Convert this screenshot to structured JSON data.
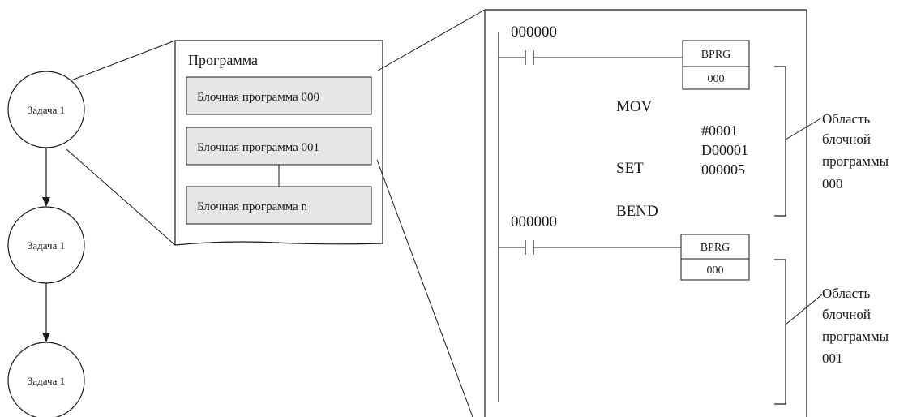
{
  "tasks": [
    {
      "label": "Задача 1"
    },
    {
      "label": "Задача 1"
    },
    {
      "label": "Задача 1"
    }
  ],
  "program": {
    "title": "Программа",
    "blocks": [
      "Блочная программа 000",
      "Блочная программа 001",
      "Блочная программа n"
    ]
  },
  "ladder": {
    "rungs": [
      {
        "contact": "000000",
        "box_top": "BPRG",
        "box_bottom": "000",
        "instructions": [
          "MOV",
          "SET",
          "BEND"
        ],
        "operands": [
          "#0001",
          "D00001",
          "000005"
        ],
        "area_label": [
          "Область",
          "блочной",
          "программы",
          "000"
        ]
      },
      {
        "contact": "000000",
        "box_top": "BPRG",
        "box_bottom": "000",
        "area_label": [
          "Область",
          "блочной",
          "программы",
          "001"
        ]
      }
    ]
  },
  "colors": {
    "line": "#1a1a1a",
    "block_fill": "#e6e6e6",
    "background": "#ffffff"
  }
}
